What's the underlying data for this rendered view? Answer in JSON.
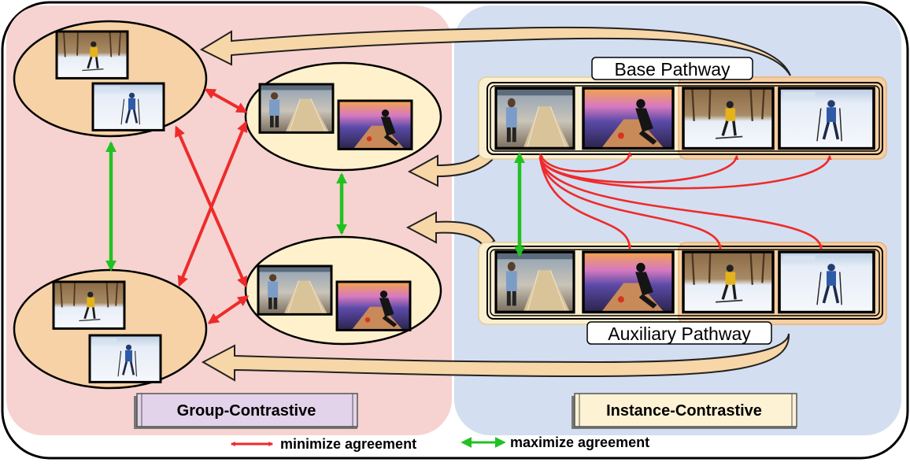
{
  "panels": {
    "group_title": "Group-Contrastive",
    "instance_title": "Instance-Contrastive"
  },
  "pathways": {
    "base_label": "Base Pathway",
    "auxiliary_label": "Auxiliary Pathway"
  },
  "legend": {
    "minimize_label": "minimize agreement",
    "maximize_label": "maximize agreement"
  },
  "colors": {
    "group_bg": "#f6d3d0",
    "instance_bg": "#d3def0",
    "ellipse_ski": "#f7d2a6",
    "ellipse_bowl": "#fef1cc",
    "minimize_arrow": "#ee2b2b",
    "maximize_arrow": "#22c122",
    "curve_arrow_fill": "#f7d6a8"
  },
  "clip_thumbnails": [
    "bowling-1",
    "bowling-2",
    "skiing-1",
    "skiing-2"
  ]
}
